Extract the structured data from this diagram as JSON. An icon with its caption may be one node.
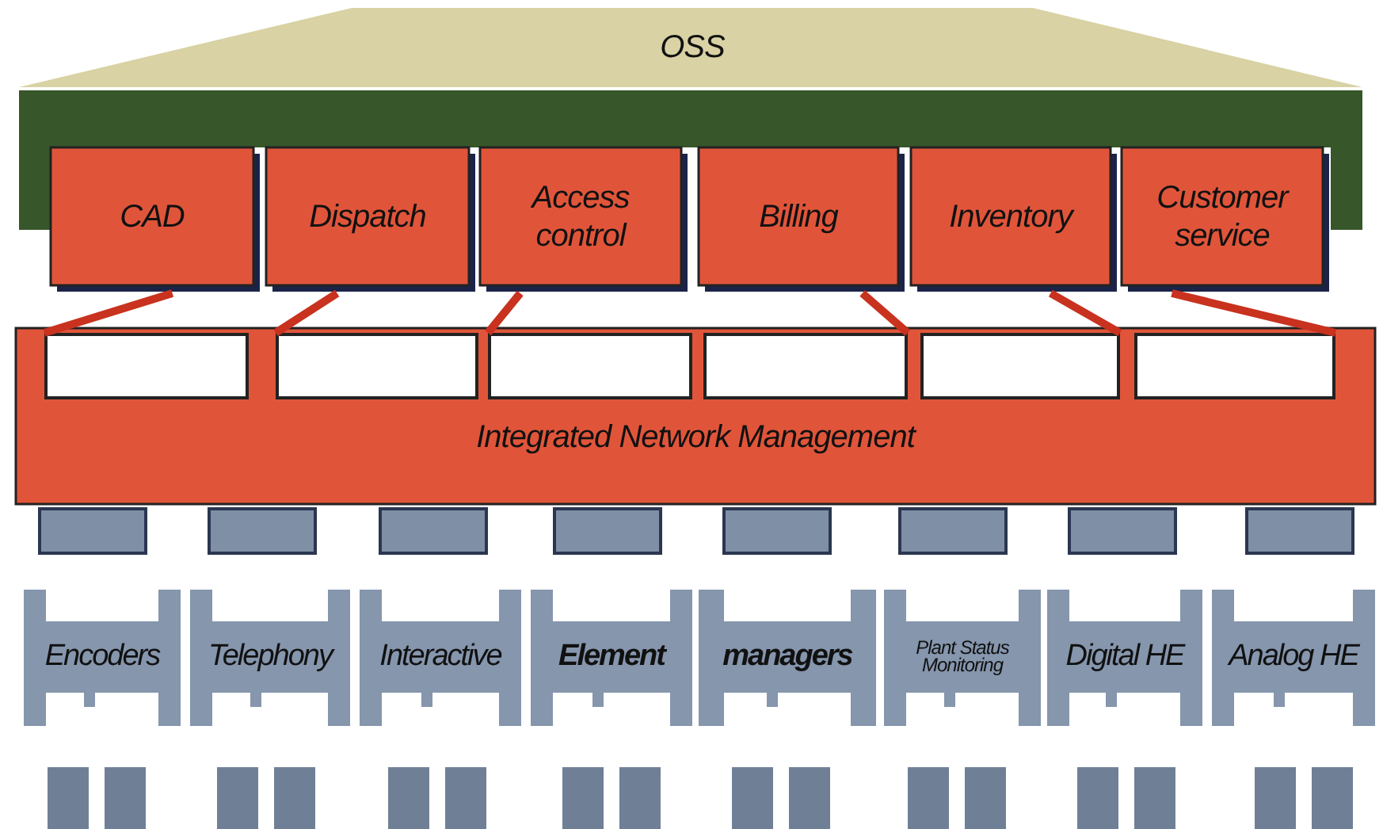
{
  "diagram": {
    "nodes": [
      {
        "text": [
          "OSS"
        ]
      },
      {
        "text": [
          "CAD"
        ]
      },
      {
        "text": [
          "Dispatch"
        ]
      },
      {
        "text": [
          "Access control"
        ]
      },
      {
        "text": [
          "Billing"
        ]
      },
      {
        "text": [
          "Inventory"
        ]
      },
      {
        "text": [
          "Customer service"
        ]
      },
      {
        "text": [
          "Integrated Network Management"
        ]
      },
      {
        "text": [],
        "shape": "box",
        "in": 7
      },
      {
        "text": [],
        "shape": "box",
        "in": 7
      },
      {
        "text": [],
        "shape": "box",
        "in": 7
      },
      {
        "text": [],
        "shape": "box",
        "in": 7
      },
      {
        "text": [],
        "shape": "box",
        "in": 7
      },
      {
        "text": [],
        "shape": "box",
        "in": 7
      },
      {
        "text": [
          "Encoders"
        ]
      },
      {
        "text": [
          "Telephony"
        ]
      },
      {
        "text": [
          "Interactive"
        ]
      },
      {
        "text": [
          "Element"
        ]
      },
      {
        "text": [
          "managers"
        ]
      },
      {
        "text": [
          "Plant Status Monitoring"
        ]
      },
      {
        "text": [
          "Digital HE"
        ]
      },
      {
        "text": [
          "Analog HE"
        ]
      }
    ],
    "edges": [
      {
        "from": 1,
        "to": 8,
        "arrow": "none"
      },
      {
        "from": 2,
        "to": 9,
        "arrow": "none"
      },
      {
        "from": 3,
        "to": 10,
        "arrow": "none"
      },
      {
        "from": 4,
        "to": 11,
        "arrow": "none"
      },
      {
        "from": 5,
        "to": 12,
        "arrow": "none"
      },
      {
        "from": 6,
        "to": 13,
        "arrow": "none"
      }
    ]
  }
}
